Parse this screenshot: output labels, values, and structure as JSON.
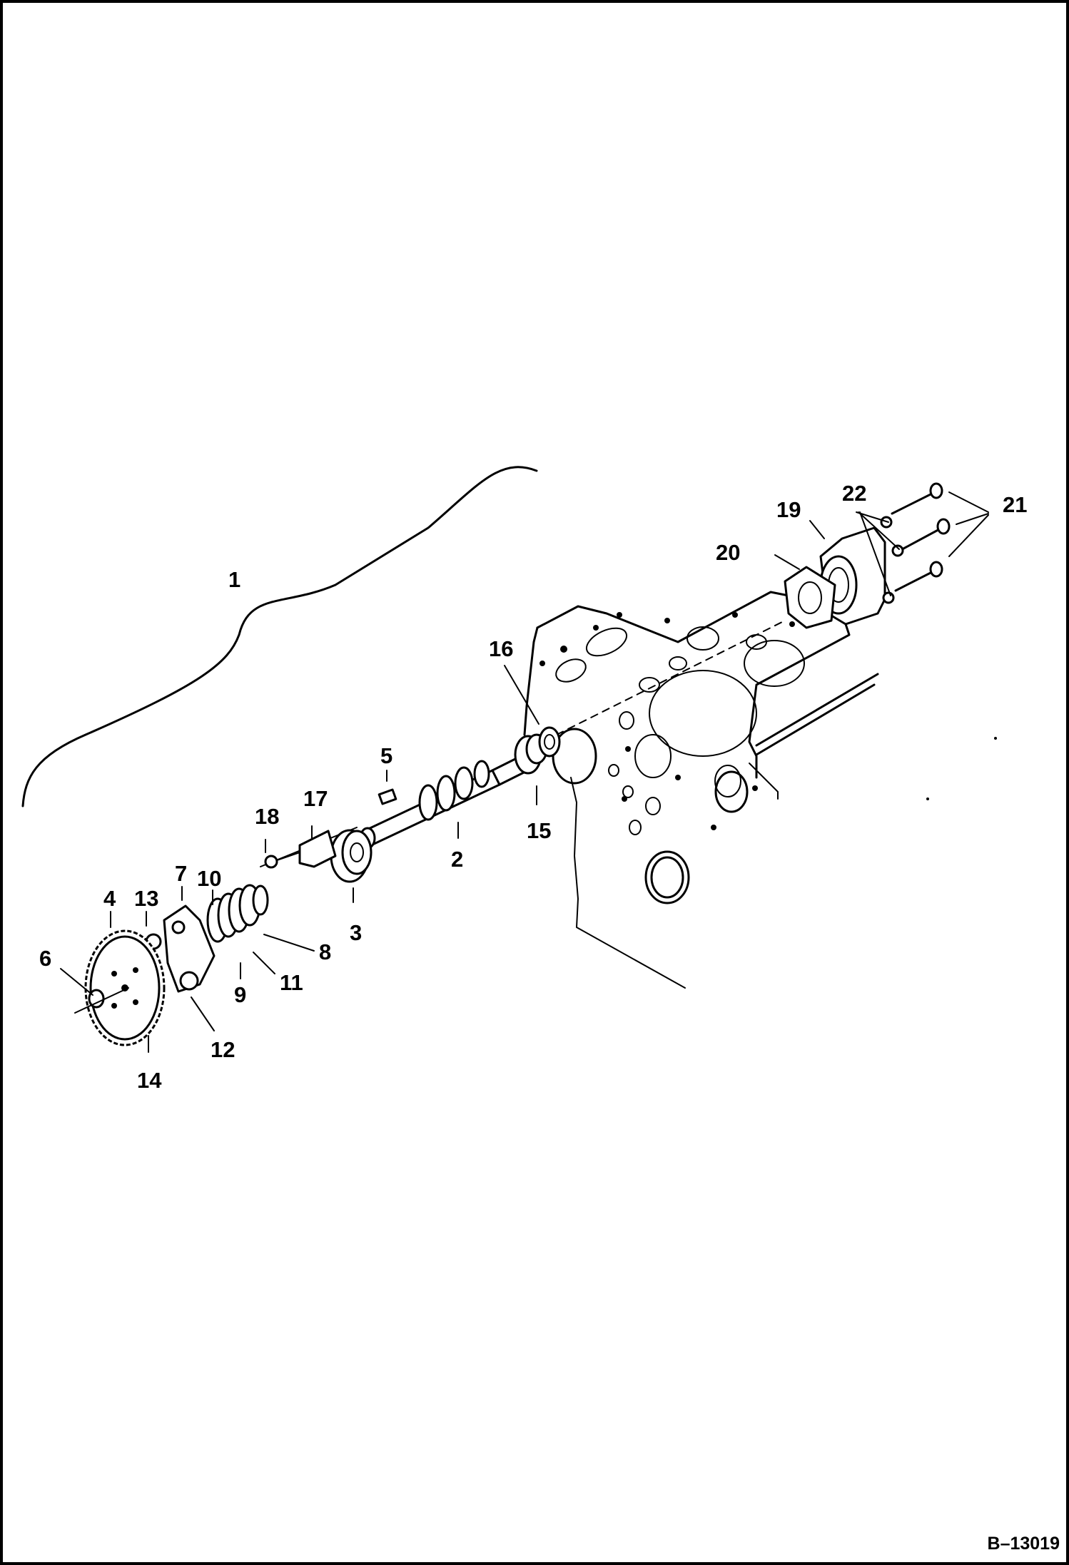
{
  "diagram": {
    "callouts": [
      {
        "id": "c1",
        "text": "1"
      },
      {
        "id": "c2",
        "text": "2"
      },
      {
        "id": "c3",
        "text": "3"
      },
      {
        "id": "c4",
        "text": "4"
      },
      {
        "id": "c5",
        "text": "5"
      },
      {
        "id": "c6",
        "text": "6"
      },
      {
        "id": "c7",
        "text": "7"
      },
      {
        "id": "c8",
        "text": "8"
      },
      {
        "id": "c9",
        "text": "9"
      },
      {
        "id": "c10",
        "text": "10"
      },
      {
        "id": "c11",
        "text": "11"
      },
      {
        "id": "c12",
        "text": "12"
      },
      {
        "id": "c13",
        "text": "13"
      },
      {
        "id": "c14",
        "text": "14"
      },
      {
        "id": "c15",
        "text": "15"
      },
      {
        "id": "c16",
        "text": "16"
      },
      {
        "id": "c17",
        "text": "17"
      },
      {
        "id": "c18",
        "text": "18"
      },
      {
        "id": "c19",
        "text": "19"
      },
      {
        "id": "c20",
        "text": "20"
      },
      {
        "id": "c21",
        "text": "21"
      },
      {
        "id": "c22",
        "text": "22"
      }
    ],
    "figure_reference": "B–13019"
  }
}
